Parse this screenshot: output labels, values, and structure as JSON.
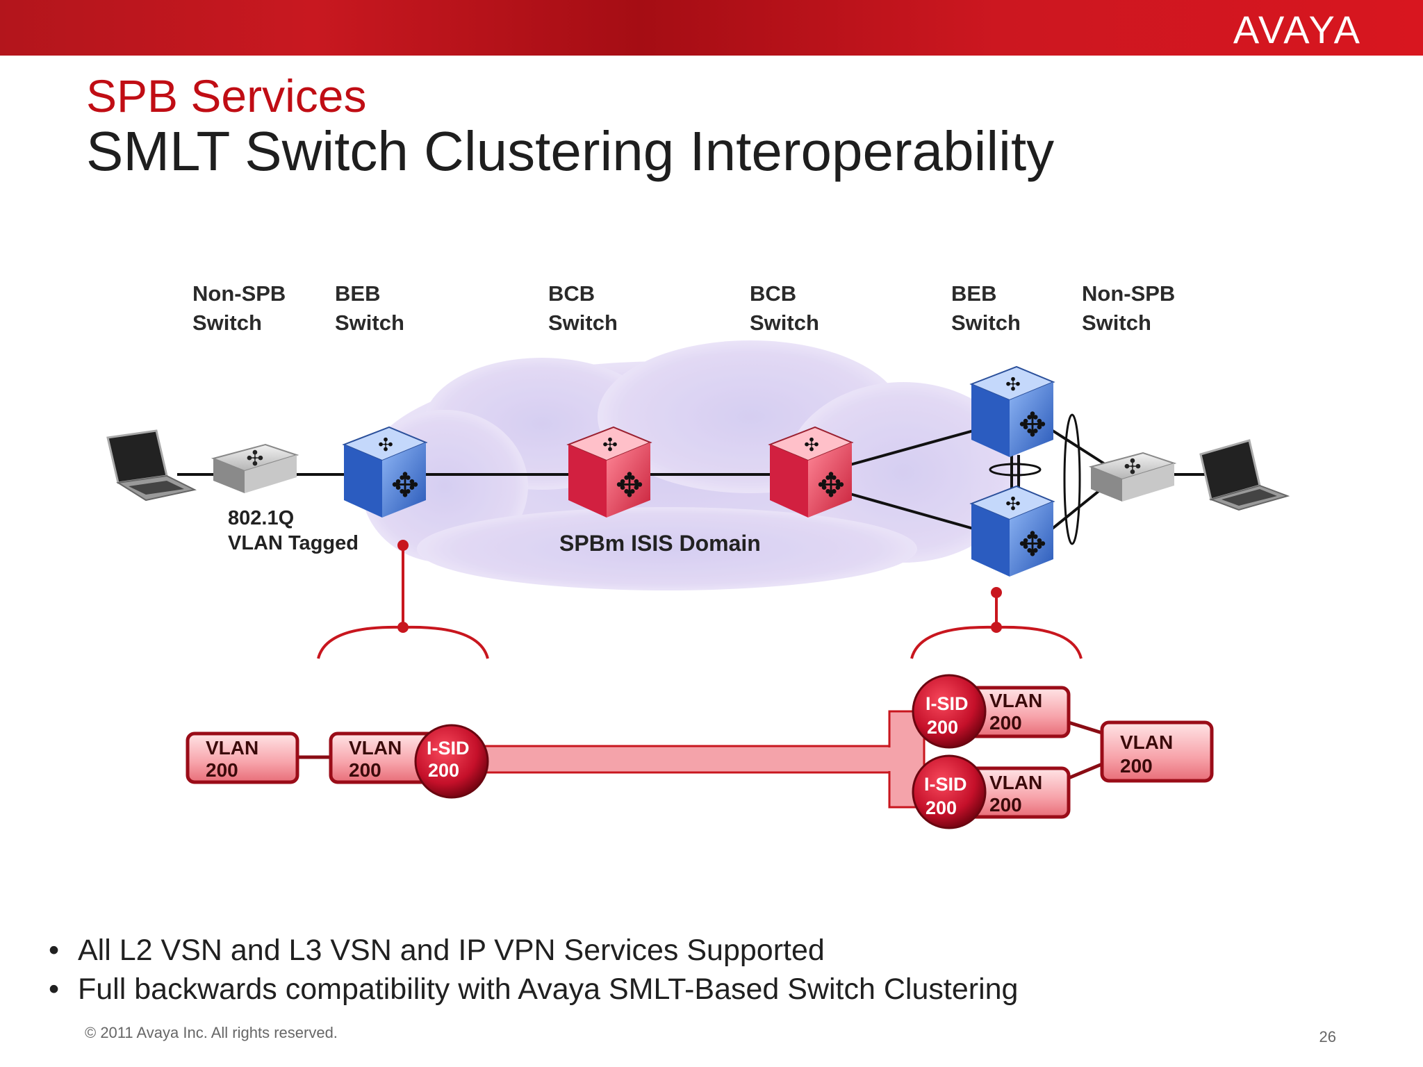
{
  "header": {
    "logo": "AVAYA",
    "title": "SPB Services",
    "subtitle": "SMLT Switch Clustering Interoperability"
  },
  "diagram": {
    "columns": [
      {
        "line1": "Non-SPB",
        "line2": "Switch"
      },
      {
        "line1": "BEB",
        "line2": "Switch"
      },
      {
        "line1": "BCB",
        "line2": "Switch"
      },
      {
        "line1": "BCB",
        "line2": "Switch"
      },
      {
        "line1": "BEB",
        "line2": "Switch"
      },
      {
        "line1": "Non-SPB",
        "line2": "Switch"
      }
    ],
    "tagged_label": {
      "line1": "802.1Q",
      "line2": "VLAN Tagged"
    },
    "domain_label": "SPBm ISIS Domain",
    "vlan_label": "VLAN",
    "vlan_id": "200",
    "isid_label": "I-SID",
    "isid_id": "200"
  },
  "bullets": [
    "All L2 VSN and L3 VSN and IP VPN Services Supported",
    "Full backwards compatibility with Avaya SMLT-Based Switch Clustering"
  ],
  "footer": {
    "copyright": "© 2011 Avaya Inc. All rights reserved.",
    "page_number": "26"
  },
  "colors": {
    "brand_red": "#c8161e",
    "core_switch": "#e0405a",
    "edge_switch": "#3f79d6",
    "cloud": "#d8cdf0"
  }
}
